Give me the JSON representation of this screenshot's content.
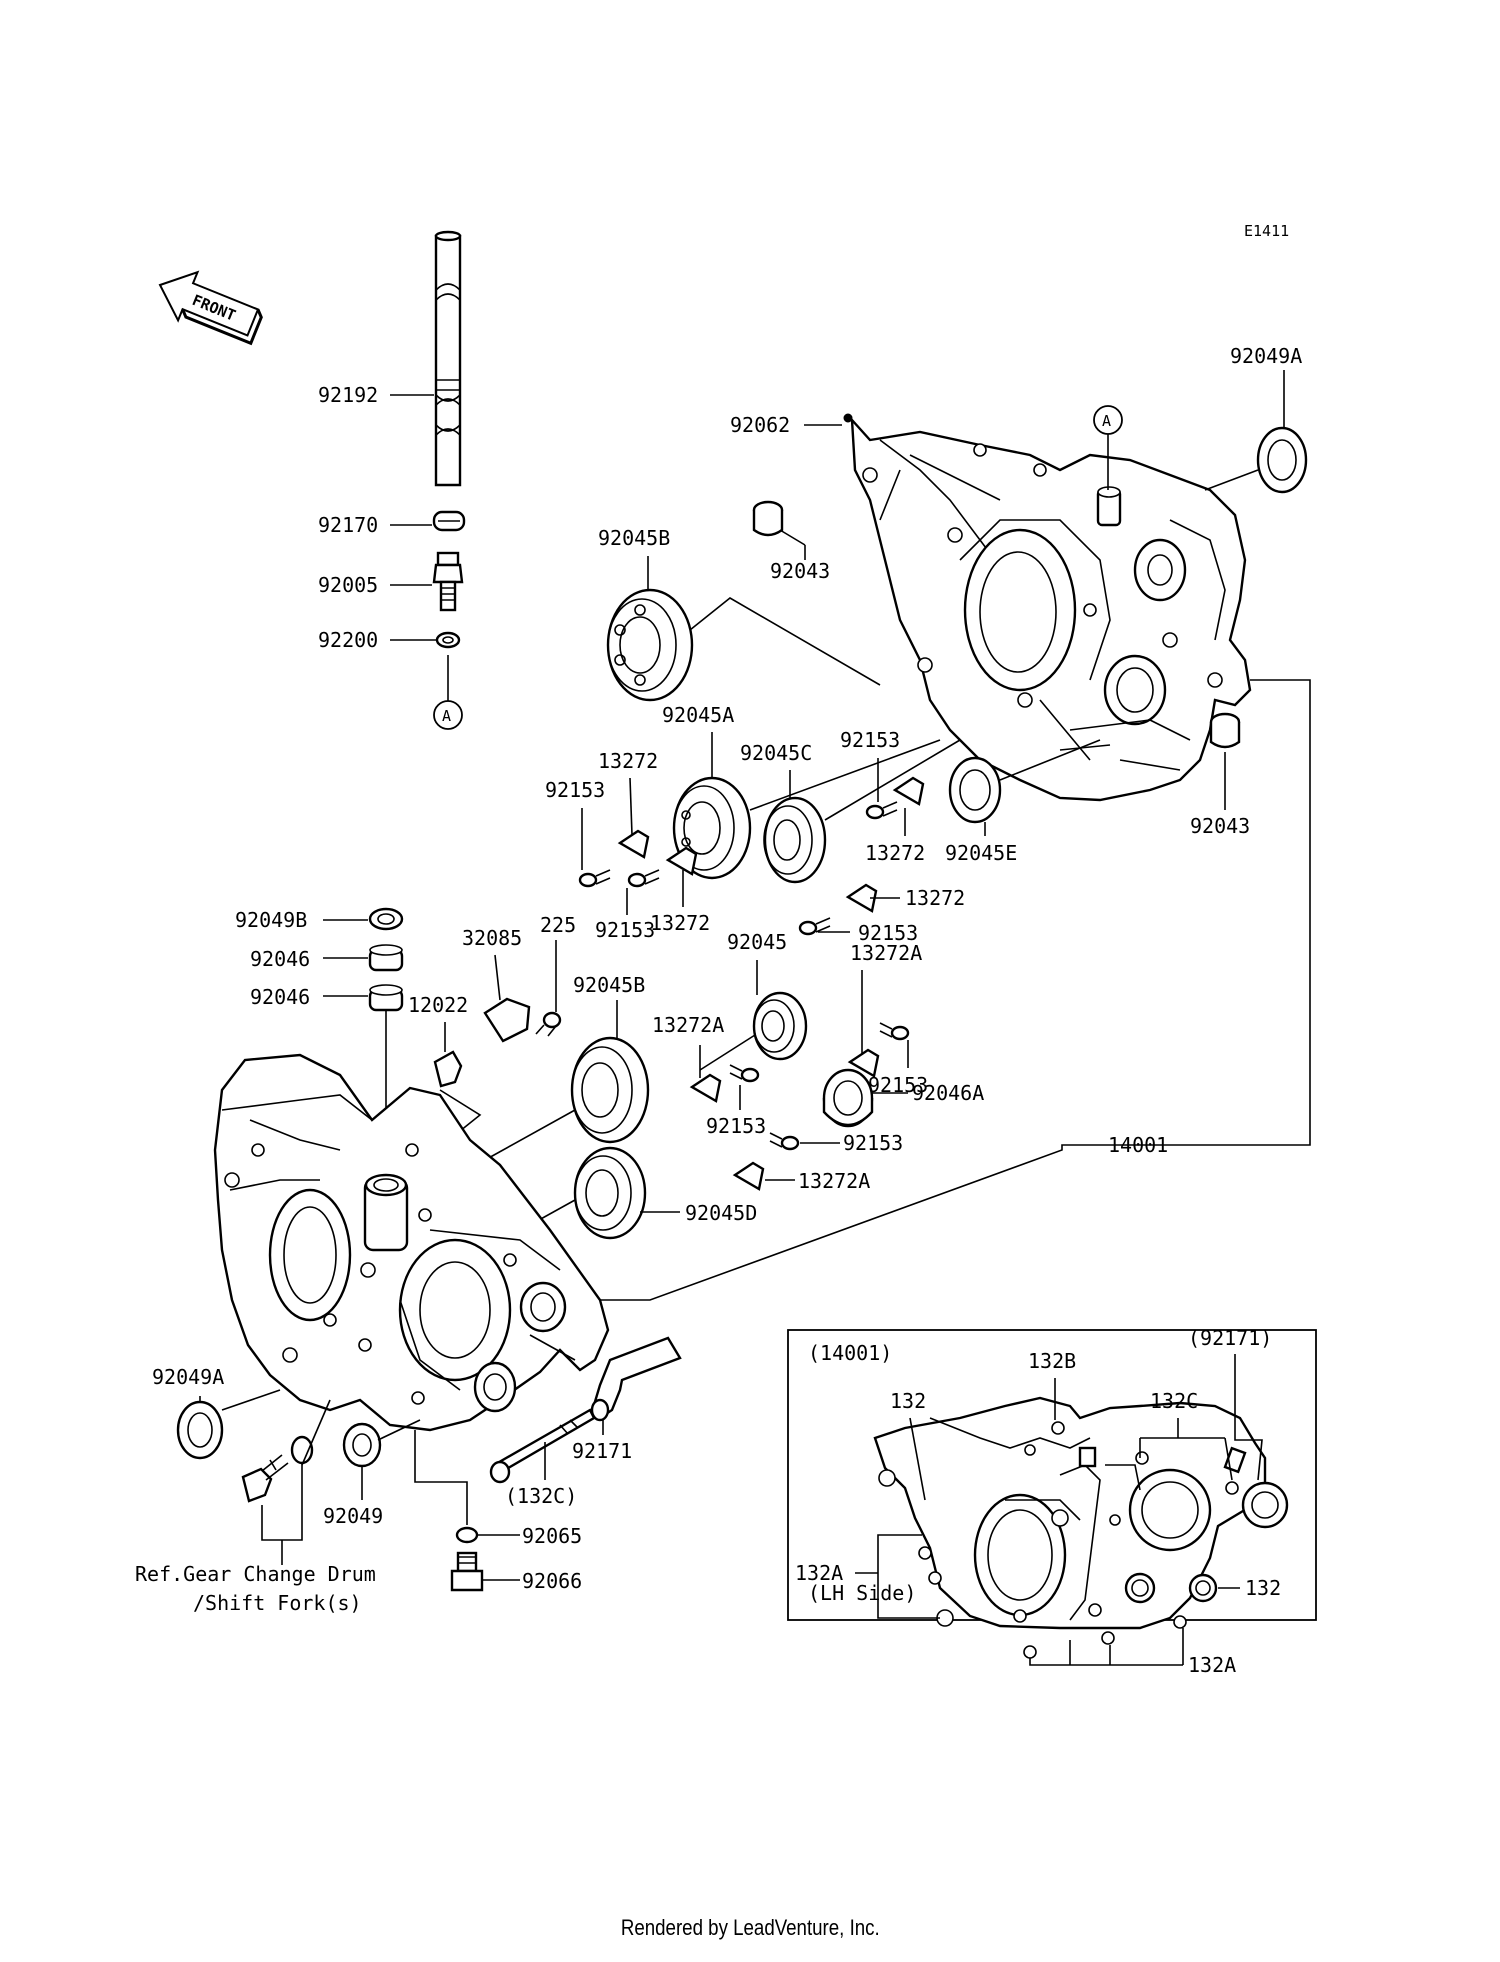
{
  "diagram": {
    "code": "E1411",
    "front_label": "FRONT",
    "callout_a": "A",
    "labels": {
      "p92192": "92192",
      "p92170": "92170",
      "p92005": "92005",
      "p92200": "92200",
      "p92062": "92062",
      "p92043_top": "92043",
      "p92043_right": "92043",
      "p92049A_top": "92049A",
      "p92045B_top": "92045B",
      "p92045A": "92045A",
      "p92045C": "92045C",
      "p92153_a": "92153",
      "p92153_b": "92153",
      "p92153_c": "92153",
      "p92153_d": "92153",
      "p92153_e": "92153",
      "p92153_f": "92153",
      "p92153_g": "92153",
      "p13272_a": "13272",
      "p13272_b": "13272",
      "p13272_c": "13272",
      "p13272_d": "13272",
      "p92045E": "92045E",
      "p92049B": "92049B",
      "p92046_a": "92046",
      "p92046_b": "92046",
      "p32085": "32085",
      "p225": "225",
      "p12022": "12022",
      "p92045B_mid": "92045B",
      "p92045": "92045",
      "p13272A_a": "13272A",
      "p13272A_b": "13272A",
      "p13272A_c": "13272A",
      "p92046A": "92046A",
      "p14001": "14001",
      "p92045D": "92045D",
      "p92049A_bottom": "92049A",
      "p92049": "92049",
      "p92171": "92171",
      "p132C_paren": "(132C)",
      "p92065": "92065",
      "p92066": "92066",
      "ref_line1": "Ref.Gear Change Drum",
      "ref_line2": "/Shift Fork(s)"
    },
    "inset": {
      "title": "(14001)",
      "side": "(LH Side)",
      "l132_top": "132",
      "l132B": "132B",
      "l132C": "132C",
      "l92171": "(92171)",
      "l132A_left": "132A",
      "l132_right": "132",
      "l132A_bottom": "132A"
    }
  },
  "footer": {
    "credit": "Rendered by LeadVenture, Inc."
  }
}
